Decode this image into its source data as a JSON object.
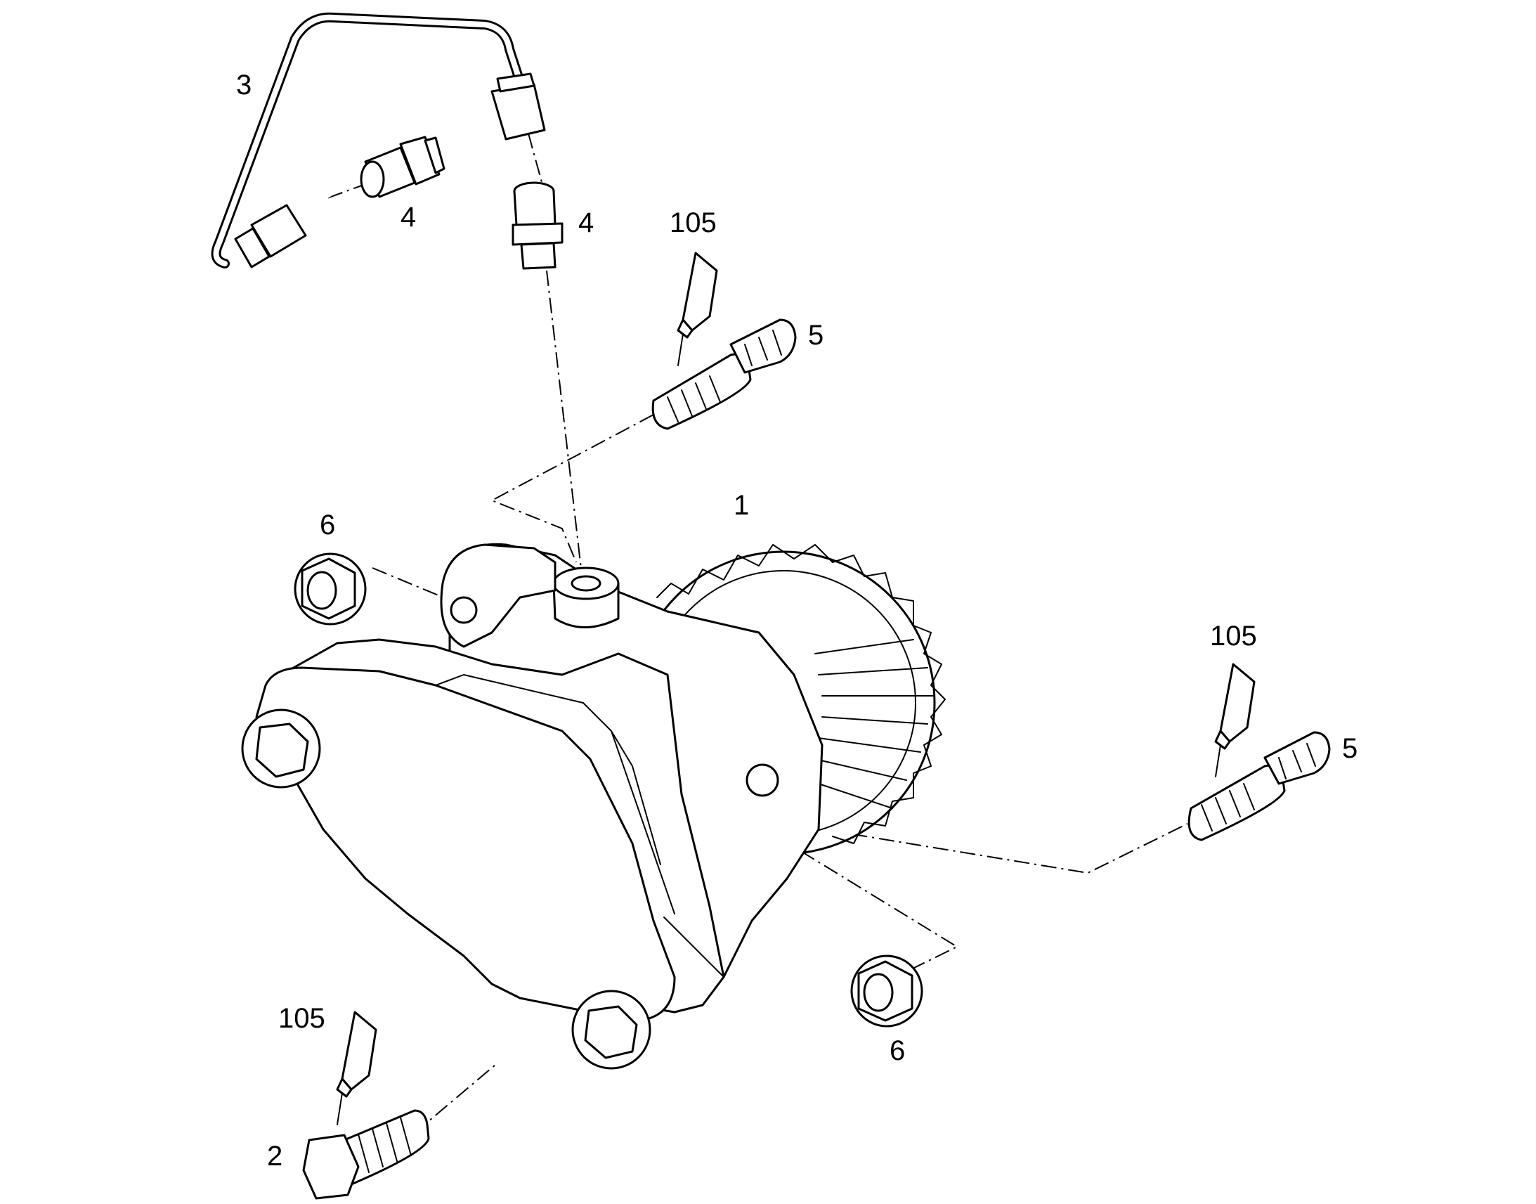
{
  "callouts": {
    "pump": "1",
    "bolt": "2",
    "pipe": "3",
    "union_left": "4",
    "union_right": "4",
    "stud_upper": "5",
    "stud_lower": "5",
    "nut_left": "6",
    "nut_right": "6",
    "sealant_upper": "105",
    "sealant_right": "105",
    "sealant_lower": "105"
  },
  "colors": {
    "line": "#000000",
    "background": "#ffffff"
  }
}
